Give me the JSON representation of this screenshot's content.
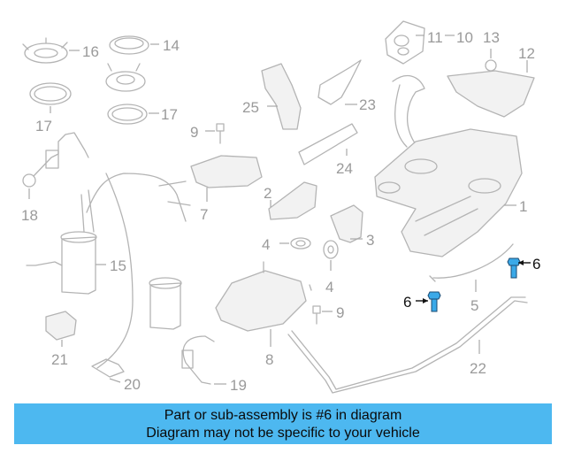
{
  "diagram": {
    "callouts": {
      "c1": "1",
      "c2": "2",
      "c3": "3",
      "c4a": "4",
      "c4b": "4",
      "c5": "5",
      "c6a": "6",
      "c6b": "6",
      "c7": "7",
      "c8": "8",
      "c9a": "9",
      "c9b": "9",
      "c10": "10",
      "c11": "11",
      "c12": "12",
      "c13": "13",
      "c14": "14",
      "c15": "15",
      "c16": "16",
      "c17a": "17",
      "c17b": "17",
      "c18": "18",
      "c19": "19",
      "c20": "20",
      "c21": "21",
      "c22": "22",
      "c23": "23",
      "c24": "24",
      "c25": "25"
    },
    "highlight_color": "#3aa9e8"
  },
  "info_bar": {
    "line1": "Part or sub-assembly is #6 in diagram",
    "line2": "Diagram may not be specific to your vehicle",
    "background": "#4db8f0"
  }
}
